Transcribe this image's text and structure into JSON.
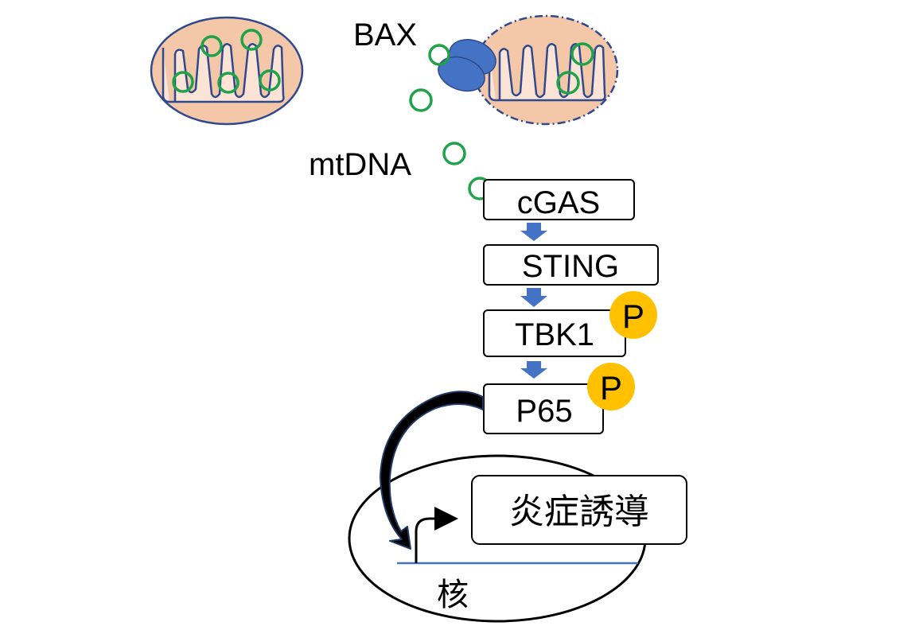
{
  "labels": {
    "bax": "BAX",
    "mtdna": "mtDNA",
    "cgas": "cGAS",
    "sting": "STING",
    "tbk1": "TBK1",
    "p65": "P65",
    "phospho": "P",
    "phospho_p65": "P",
    "inflammation": "炎症誘導",
    "nucleus": "核"
  },
  "colors": {
    "mito_fill": "#f4c7a8",
    "mito_inner": "#fbe4d5",
    "mito_stroke": "#2f4a8c",
    "mtdna_ring": "#1fa24a",
    "bax_fill": "#4472c4",
    "arrow_blue": "#4472c4",
    "phospho_fill": "#ffc000",
    "dna_line": "#4472c4"
  }
}
